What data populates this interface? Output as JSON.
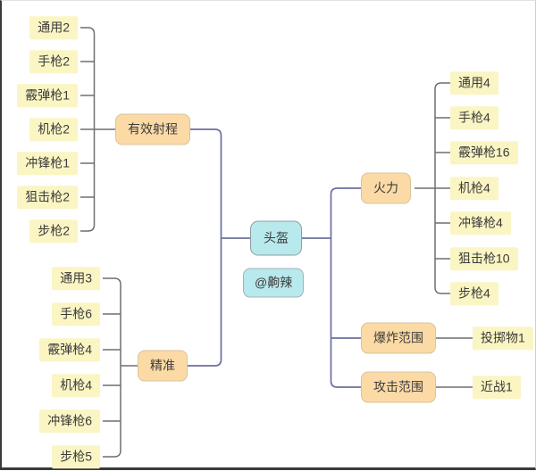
{
  "colors": {
    "leaf_fill": "#FAF5C3",
    "branch_fill": "#FBDAA5",
    "branch_border": "#D9C49C",
    "center_fill": "#B8E9EC",
    "center_border": "#8A9DA6",
    "main_line": "#6C6F9E",
    "bracket_line": "#6F6F73",
    "text": "#3B3B3B"
  },
  "mindmap": {
    "root": {
      "label": "头盔"
    },
    "note": {
      "label": "@齁辣"
    },
    "branches": [
      {
        "label": "有效射程",
        "children": [
          "通用2",
          "手枪2",
          "霰弹枪1",
          "机枪2",
          "冲锋枪1",
          "狙击枪2",
          "步枪2"
        ]
      },
      {
        "label": "精准",
        "children": [
          "通用3",
          "手枪6",
          "霰弹枪4",
          "机枪4",
          "冲锋枪6",
          "步枪5"
        ]
      },
      {
        "label": "火力",
        "children": [
          "通用4",
          "手枪4",
          "霰弹枪16",
          "机枪4",
          "冲锋枪4",
          "狙击枪10",
          "步枪4"
        ]
      },
      {
        "label": "爆炸范围",
        "children": [
          "投掷物1"
        ]
      },
      {
        "label": "攻击范围",
        "children": [
          "近战1"
        ]
      }
    ]
  }
}
